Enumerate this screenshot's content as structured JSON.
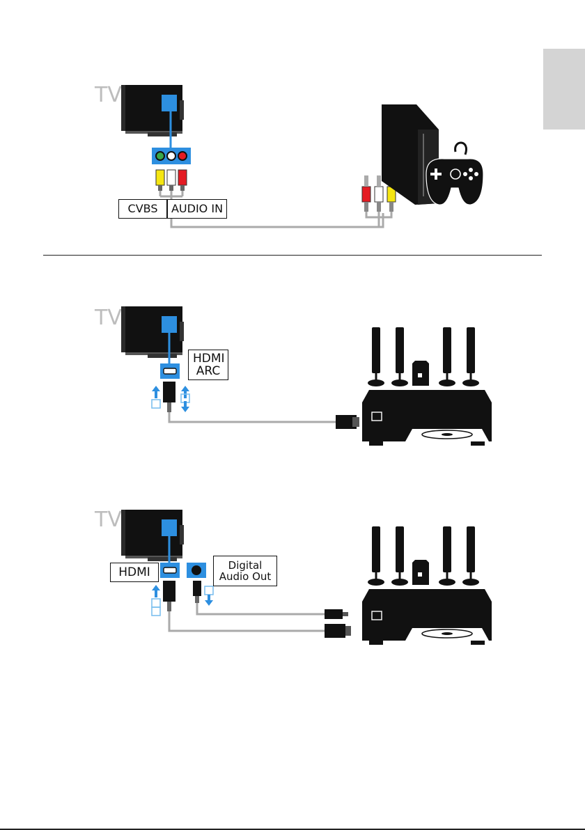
{
  "sections": [
    {
      "tv_label": "TV",
      "labels": [
        "CVBS",
        "AUDIO IN"
      ],
      "device": "game-console"
    },
    {
      "tv_label": "TV",
      "labels": [
        "HDMI ARC"
      ],
      "device": "home-theater"
    },
    {
      "tv_label": "TV",
      "labels": [
        "HDMI",
        "Digital Audio Out"
      ],
      "device": "home-theater"
    }
  ],
  "colors": {
    "accent": "#2d8fe0",
    "cable": "#aaaaaa",
    "tab": "#d4d4d4",
    "composite": "#f5e612",
    "audio_r": "#e41b23",
    "audio_l": "#ffffff"
  }
}
